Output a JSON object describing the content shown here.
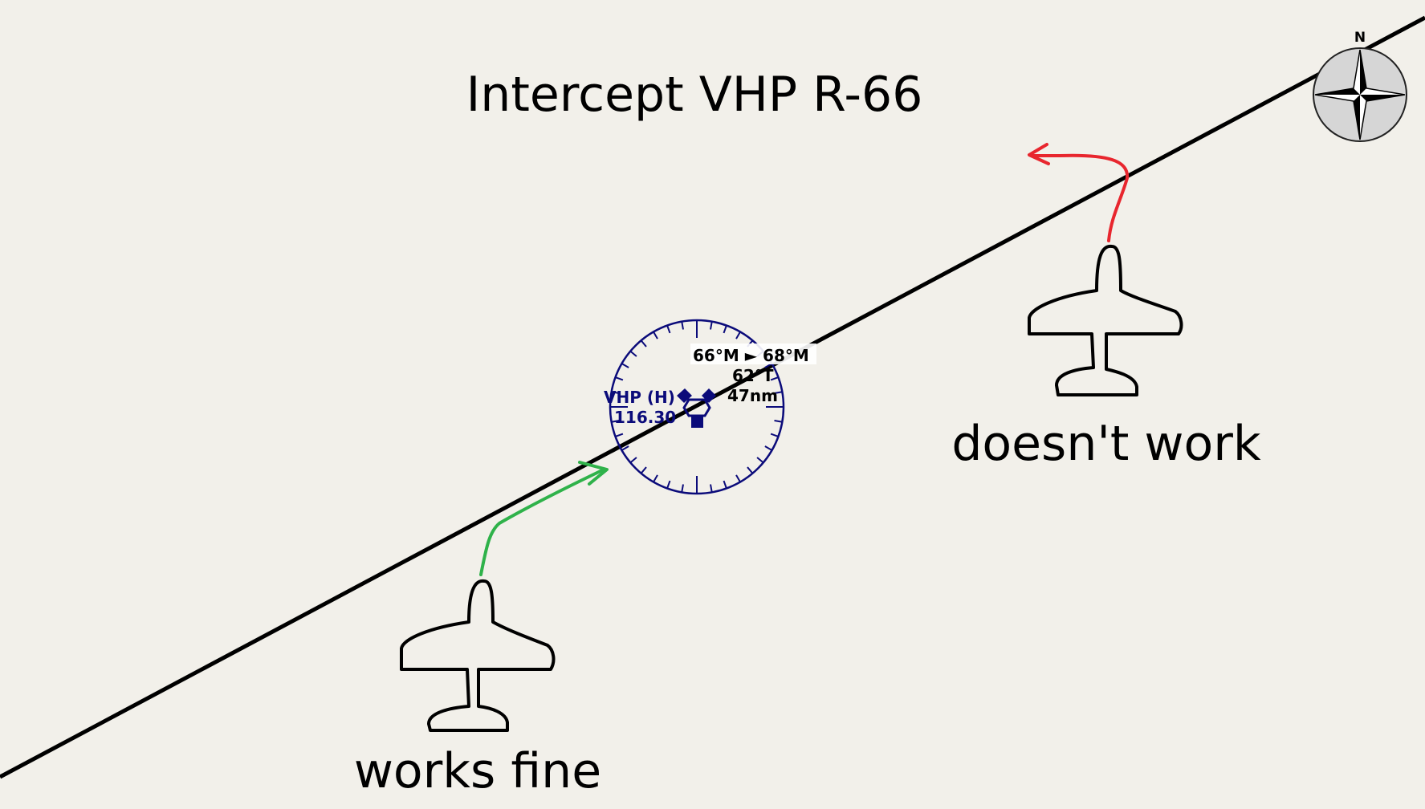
{
  "title": "Intercept VHP R-66",
  "compass": {
    "north_label": "N"
  },
  "vor": {
    "ident": "VHP (H)",
    "frequency": "116.30",
    "radial_text": "66°M ► 68°M",
    "true_text": "62°T",
    "distance_text": "47nm",
    "color": "#0b0b7a"
  },
  "aircraft": [
    {
      "label": "works fine",
      "arrow_color": "#2fb24a"
    },
    {
      "label": "doesn't work",
      "arrow_color": "#e8262e"
    }
  ],
  "colors": {
    "radial_line": "#000000",
    "background": "#f2f0ea"
  }
}
